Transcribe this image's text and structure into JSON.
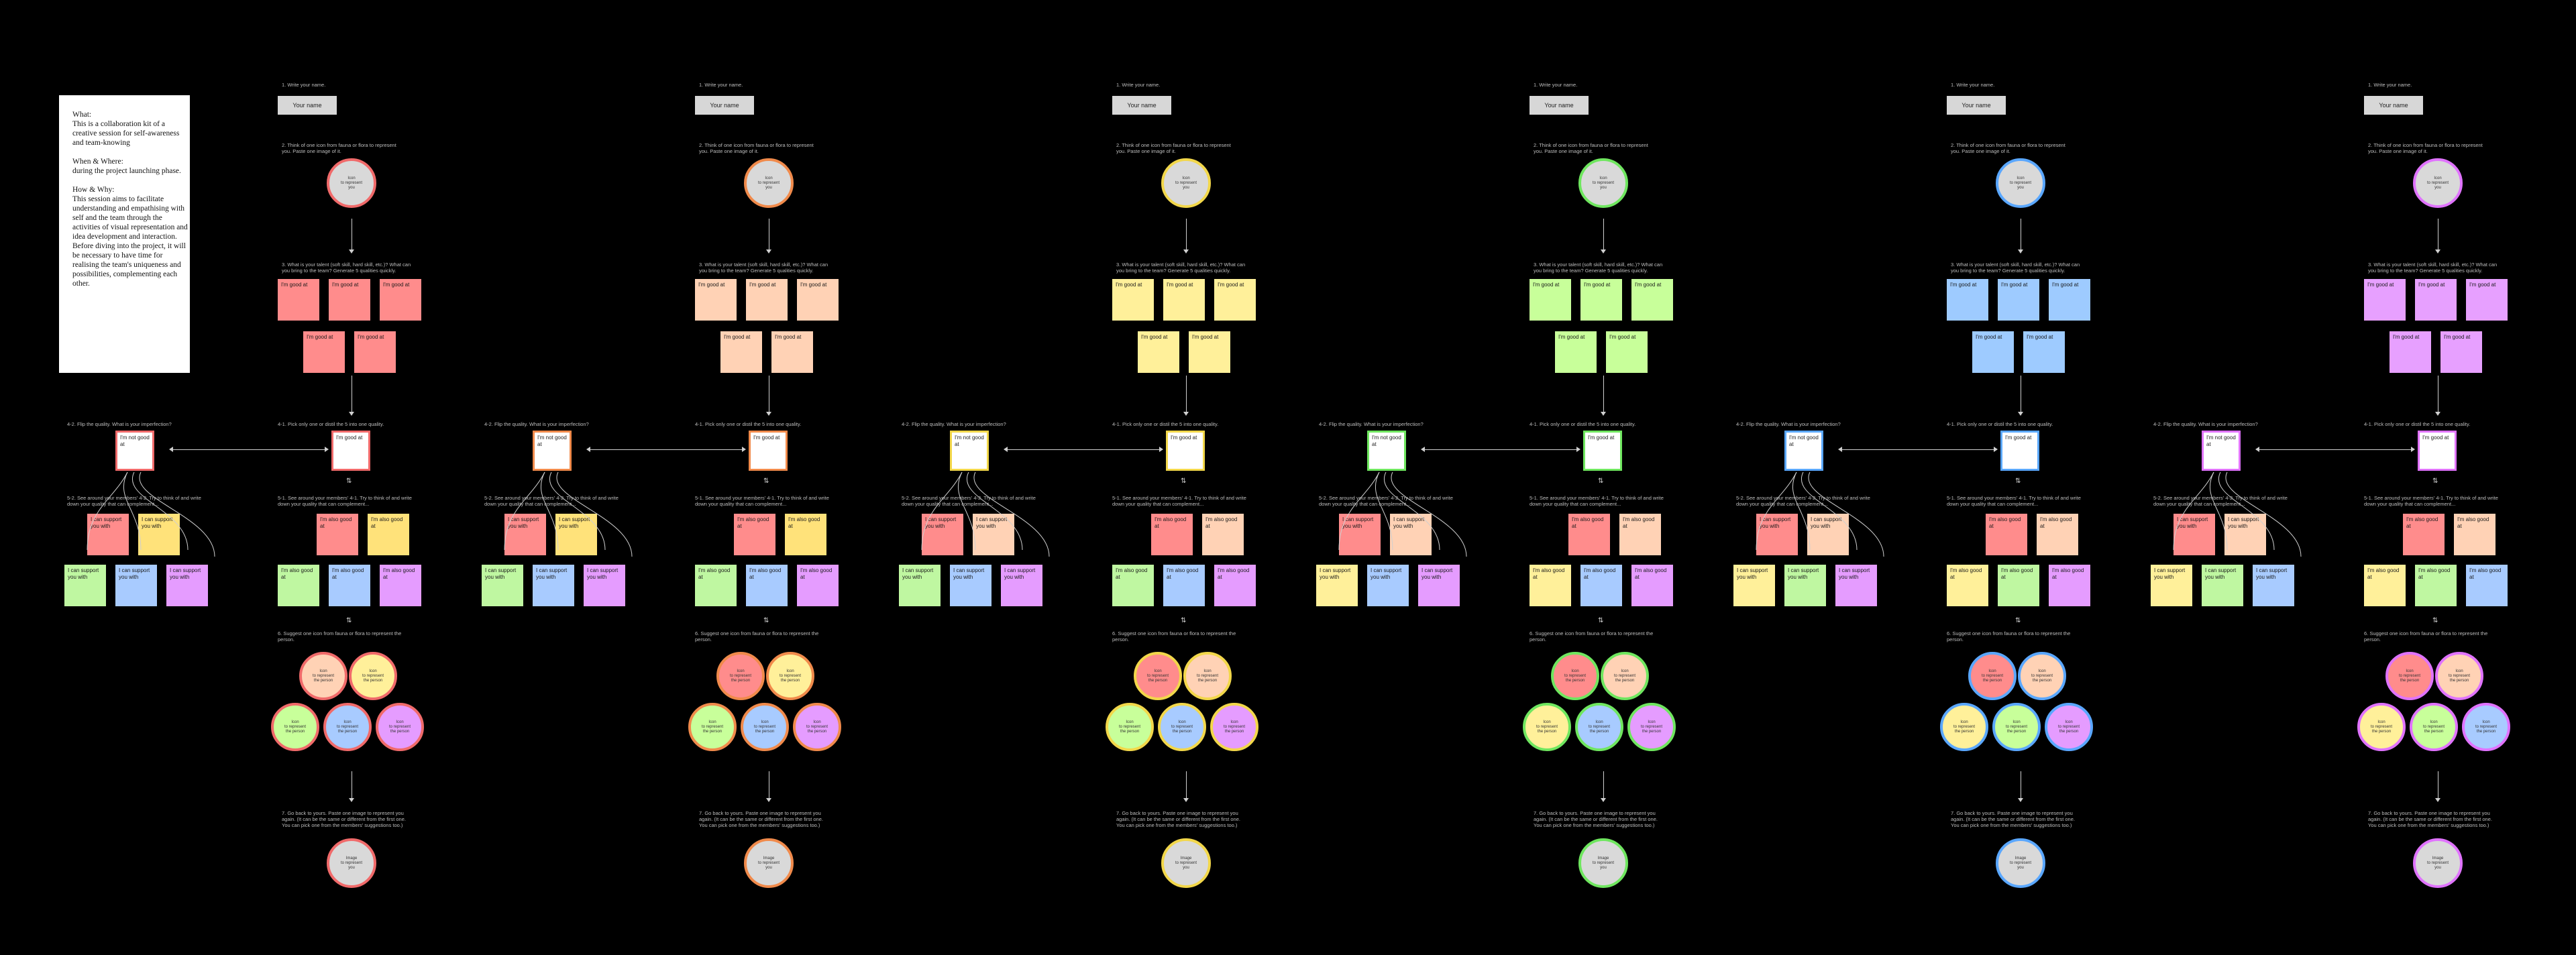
{
  "intro": {
    "what_title": "What:",
    "what_text": "This is a collaboration kit of a creative session for self-awareness and team-knowing",
    "when_title": "When & Where:",
    "when_text": "during the project launching phase.",
    "how_title": "How & Why:",
    "how_text": "This session aims to facilitate understanding and empathising with self and the team through the activities of visual representation and idea development and interaction. Before diving into the project, it will be necessary to have time for realising the team's uniqueness and possibilities, complementing each other."
  },
  "template": {
    "step1": "1. Write your name.",
    "name_placeholder": "Your name",
    "step2": "2. Think of one icon from fauna or flora to represent\nyou. Paste one image of it.",
    "circle_icon": "Icon\nto represent\nyou",
    "step3": "3. What is your talent (soft skill, hard skill, etc.)? What can\nyou bring to the team? Generate 5 qualities quickly.",
    "good_at": "I'm good at",
    "step41": "4-1. Pick only one or distil the 5 into one quality.",
    "step42": "4-2. Flip the quality. What is your imperfection?",
    "not_good_at": "I'm not good\nat",
    "step51": "5-1. See around your members' 4-1. Try to think of and write\ndown your quality that can complement...",
    "step52": "5-2. See around your members' 4-2. Try to think of and write\ndown your quality that can complement...",
    "also_good": "I'm also good\nat",
    "can_support": "I can support\nyou with",
    "swap_symbol": "⇅",
    "step6": "6. Suggest one icon from fauna or flora to represent the\nperson.",
    "sugg_icon": "Icon\nto represent\nthe person",
    "step7": "7. Go back to yours. Paste one image to represent you\nagain. (It can be the same or different from the first one.\nYou can pick one from the members' suggestions too.)",
    "final_icon": "Image\nto represent\nyou"
  },
  "columns": [
    {
      "accent": "#f06a6a",
      "note": "#ff8c8c",
      "support": [
        "#ff8c8c",
        "#ffe27a"
      ],
      "also": [
        "#bff7a1",
        "#a8cbff",
        "#e59cff"
      ]
    },
    {
      "accent": "#f08a4b",
      "note": "#ffd2b5",
      "support": [
        "#ff8c8c",
        "#ffe27a"
      ],
      "also": [
        "#bff7a1",
        "#a8cbff",
        "#e59cff"
      ]
    },
    {
      "accent": "#f2d74a",
      "note": "#fff09a",
      "support": [
        "#ff8c8c",
        "#ffd2b5"
      ],
      "also": [
        "#bff7a1",
        "#a8cbff",
        "#e59cff"
      ]
    },
    {
      "accent": "#6fe65f",
      "note": "#c8ff9a",
      "support": [
        "#ff8c8c",
        "#ffd2b5"
      ],
      "also": [
        "#fff09a",
        "#a8cbff",
        "#e59cff"
      ]
    },
    {
      "accent": "#5aa7ff",
      "note": "#9ecbff",
      "support": [
        "#ff8c8c",
        "#ffd2b5"
      ],
      "also": [
        "#fff09a",
        "#bff7a1",
        "#e59cff"
      ]
    },
    {
      "accent": "#e073ff",
      "note": "#e7a0ff",
      "support": [
        "#ff8c8c",
        "#ffd2b5"
      ],
      "also": [
        "#fff09a",
        "#bff7a1",
        "#a8cbff"
      ]
    }
  ],
  "sugg_colors": [
    "#ff8c8c",
    "#ffd2b5",
    "#fff09a",
    "#c8ff9a",
    "#a8cbff",
    "#e59cff"
  ]
}
